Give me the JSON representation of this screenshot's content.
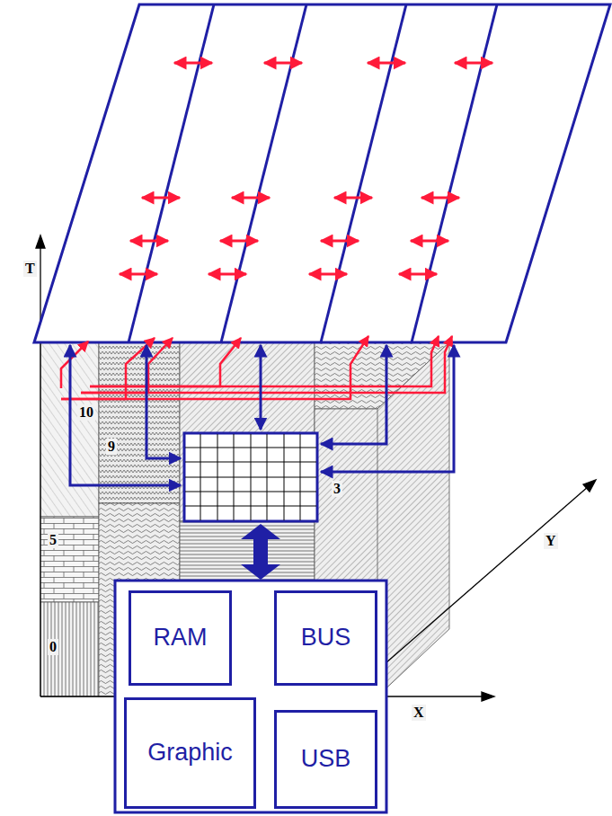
{
  "diagram": {
    "nodes": [
      {
        "text": [
          "RAM"
        ]
      },
      {
        "text": [
          "BUS"
        ]
      },
      {
        "text": [
          "Graphic"
        ]
      },
      {
        "text": [
          "USB"
        ]
      }
    ],
    "labels": [
      "T",
      "10",
      "9",
      "5",
      "0",
      "3",
      "X",
      "Y"
    ]
  }
}
